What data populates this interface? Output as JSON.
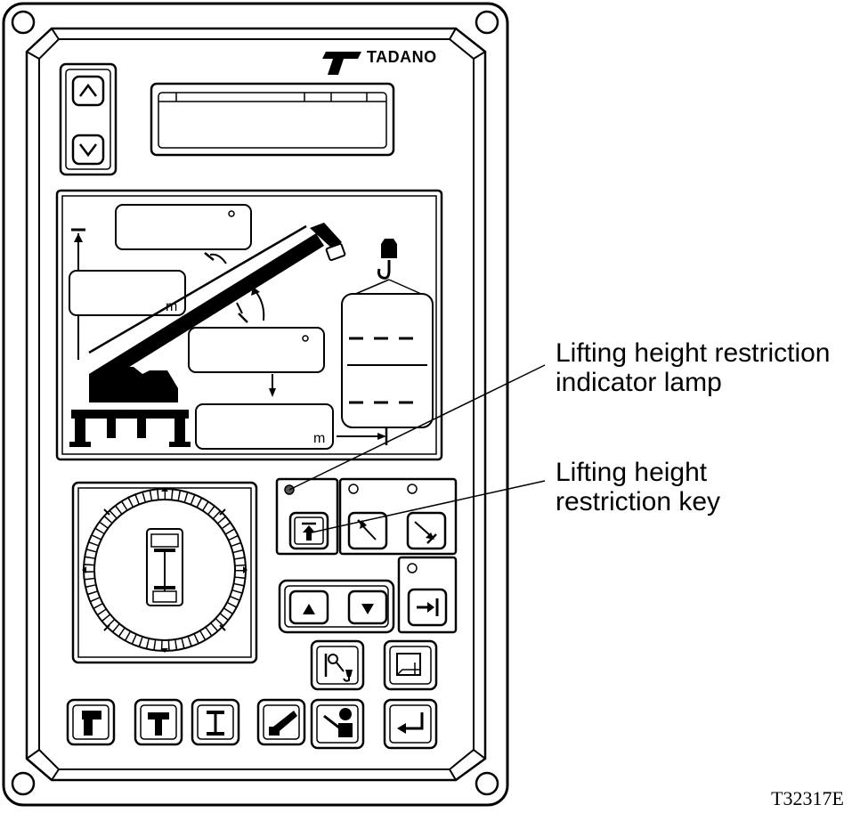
{
  "brand": {
    "name": "TADANO"
  },
  "display": {
    "unit_radius": "m",
    "unit_height": "m"
  },
  "callouts": [
    {
      "line1": "Lifting height restriction",
      "line2": "indicator lamp"
    },
    {
      "line1": "Lifting height",
      "line2": "restriction key"
    }
  ],
  "figure_code": "T32317E"
}
